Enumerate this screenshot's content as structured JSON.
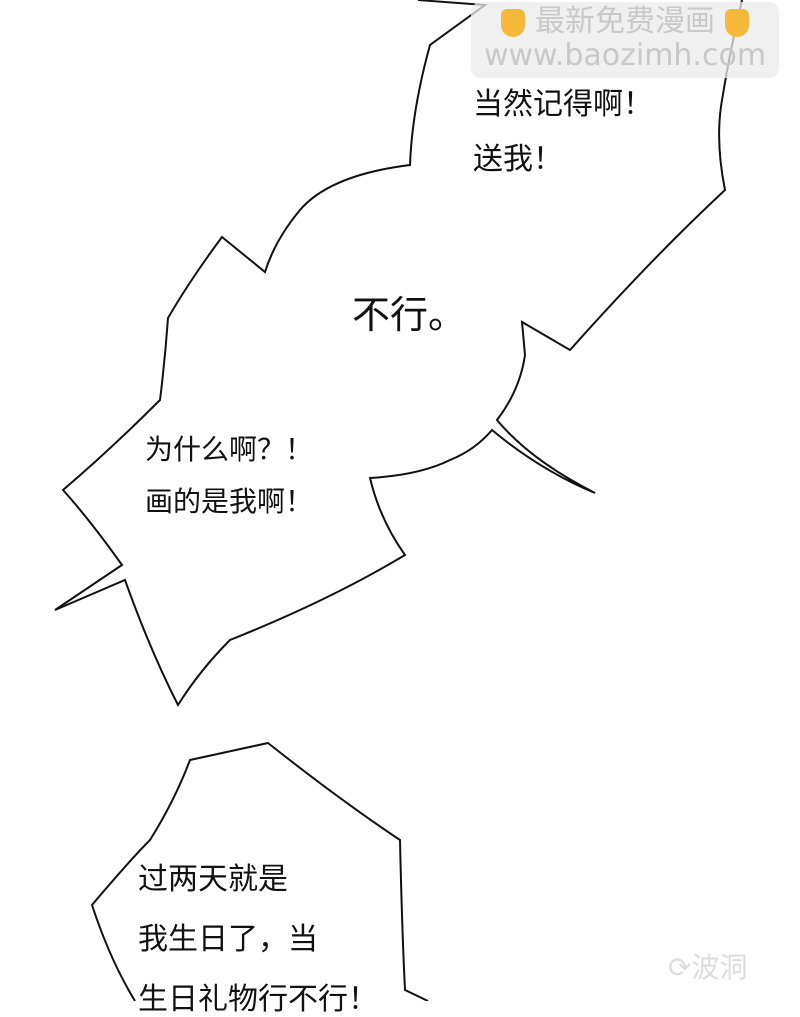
{
  "bubbles": [
    {
      "lines": [
        "当然记得啊！",
        "送我！"
      ]
    },
    {
      "lines": [
        "不行。"
      ]
    },
    {
      "lines": [
        "为什么啊？！",
        "画的是我啊！"
      ]
    },
    {
      "lines": [
        "过两天就是",
        "我生日了，当",
        "生日礼物行不行！"
      ]
    }
  ],
  "watermark": {
    "line1": "最新免费漫画",
    "line2": "www.baozimh.com",
    "icon": "pointing-down-hand-icon"
  },
  "corner_watermark": {
    "text": "波洞",
    "icon": "bodong-logo-icon"
  }
}
